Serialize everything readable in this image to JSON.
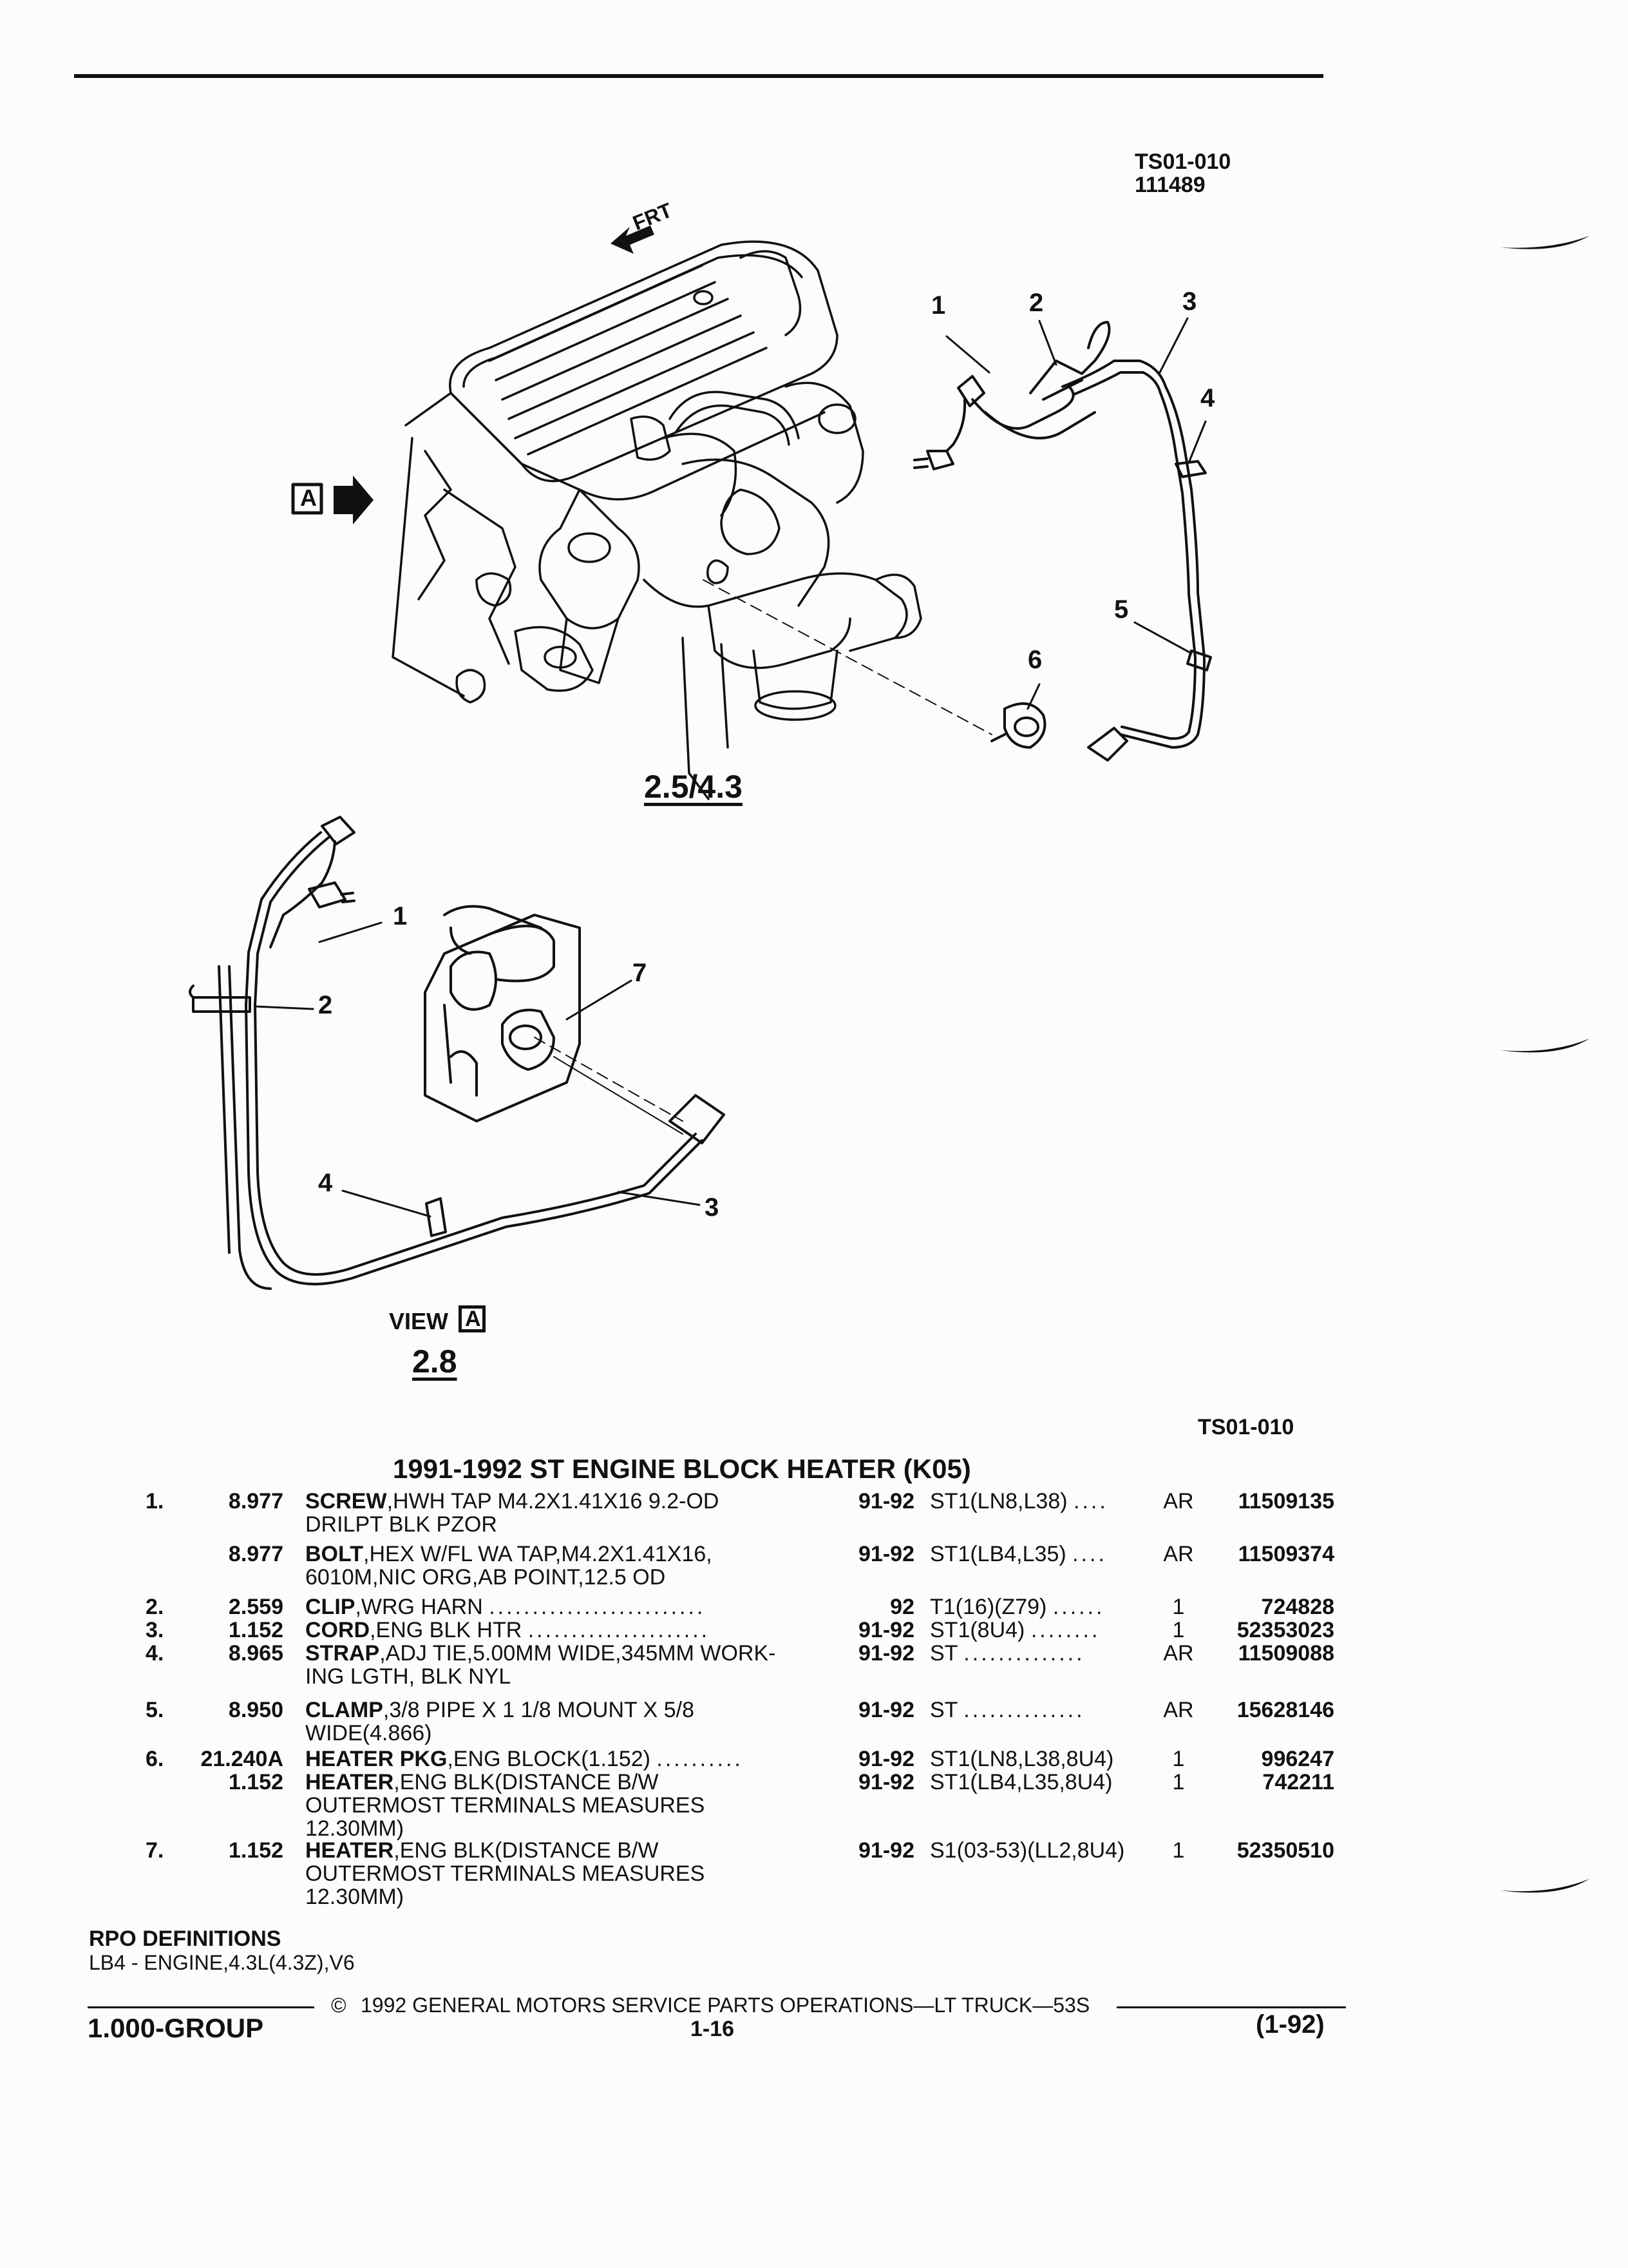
{
  "header": {
    "illustration_code": "TS01-010",
    "illustration_number": "111489",
    "illustration_code_footer": "TS01-010"
  },
  "diagram": {
    "front_label": "FRT",
    "view_marker": "A",
    "upper_title": "2.5/4.3",
    "view_label": "VIEW",
    "lower_title": "2.8",
    "upper_callouts": [
      "1",
      "2",
      "3",
      "4",
      "5",
      "6"
    ],
    "lower_callouts": [
      "1",
      "2",
      "7",
      "4",
      "3"
    ]
  },
  "section_title": "1991-1992 ST ENGINE BLOCK HEATER (K05)",
  "parts": [
    {
      "item": "1.",
      "group": "8.977",
      "name": "SCREW",
      "desc": [
        ",HWH TAP M4.2X1.41X16 9.2-OD",
        "DRILPT BLK PZOR"
      ],
      "years": "91-92",
      "model": "ST1(LN8,L38)",
      "dots": "....",
      "qty": "AR",
      "part_no": "11509135"
    },
    {
      "item": "",
      "group": "8.977",
      "name": "BOLT",
      "desc": [
        ",HEX W/FL WA TAP,M4.2X1.41X16,",
        "6010M,NIC ORG,AB POINT,12.5 OD"
      ],
      "years": "91-92",
      "model": "ST1(LB4,L35)",
      "dots": "....",
      "qty": "AR",
      "part_no": "11509374"
    },
    {
      "item": "2.",
      "group": "2.559",
      "name": "CLIP",
      "desc": [
        ",WRG HARN"
      ],
      "fill": ".........................",
      "years": "92",
      "model": "T1(16)(Z79)",
      "dots": "......",
      "qty": "1",
      "part_no": "724828"
    },
    {
      "item": "3.",
      "group": "1.152",
      "name": "CORD",
      "desc": [
        ",ENG BLK HTR"
      ],
      "fill": ".....................",
      "years": "91-92",
      "model": "ST1(8U4)",
      "dots": "........",
      "qty": "1",
      "part_no": "52353023"
    },
    {
      "item": "4.",
      "group": "8.965",
      "name": "STRAP",
      "desc": [
        ",ADJ TIE,5.00MM WIDE,345MM WORK-",
        "ING LGTH, BLK NYL"
      ],
      "years": "91-92",
      "model": "ST",
      "dots": "..............",
      "qty": "AR",
      "part_no": "11509088"
    },
    {
      "item": "5.",
      "group": "8.950",
      "name": "CLAMP",
      "desc": [
        ",3/8 PIPE X 1 1/8 MOUNT X 5/8",
        "WIDE(4.866)"
      ],
      "years": "91-92",
      "model": "ST",
      "dots": "..............",
      "qty": "AR",
      "part_no": "15628146"
    },
    {
      "item": "6.",
      "group": "21.240A",
      "name": "HEATER PKG",
      "desc": [
        ",ENG BLOCK(1.152)"
      ],
      "fill": "..........",
      "years": "91-92",
      "model": "ST1(LN8,L38,8U4)",
      "dots": "",
      "qty": "1",
      "part_no": "996247"
    },
    {
      "item": "",
      "group": "1.152",
      "name": "HEATER",
      "desc": [
        ",ENG BLK(DISTANCE B/W",
        "OUTERMOST TERMINALS MEASURES",
        "12.30MM)"
      ],
      "years": "91-92",
      "model": "ST1(LB4,L35,8U4)",
      "dots": "",
      "qty": "1",
      "part_no": "742211"
    },
    {
      "item": "7.",
      "group": "1.152",
      "name": "HEATER",
      "desc": [
        ",ENG BLK(DISTANCE B/W",
        "OUTERMOST TERMINALS MEASURES",
        "12.30MM)"
      ],
      "years": "91-92",
      "model": "S1(03-53)(LL2,8U4)",
      "dots": "",
      "qty": "1",
      "part_no": "52350510"
    }
  ],
  "rpo": {
    "heading": "RPO DEFINITIONS",
    "lines": [
      "LB4 - ENGINE,4.3L(4.3Z),V6"
    ]
  },
  "footer": {
    "copyright_symbol": "©",
    "copyright": "1992  GENERAL MOTORS SERVICE PARTS OPERATIONS—LT TRUCK—53S",
    "group": "1.000-GROUP",
    "page": "1-16",
    "date_code": "(1-92)"
  }
}
